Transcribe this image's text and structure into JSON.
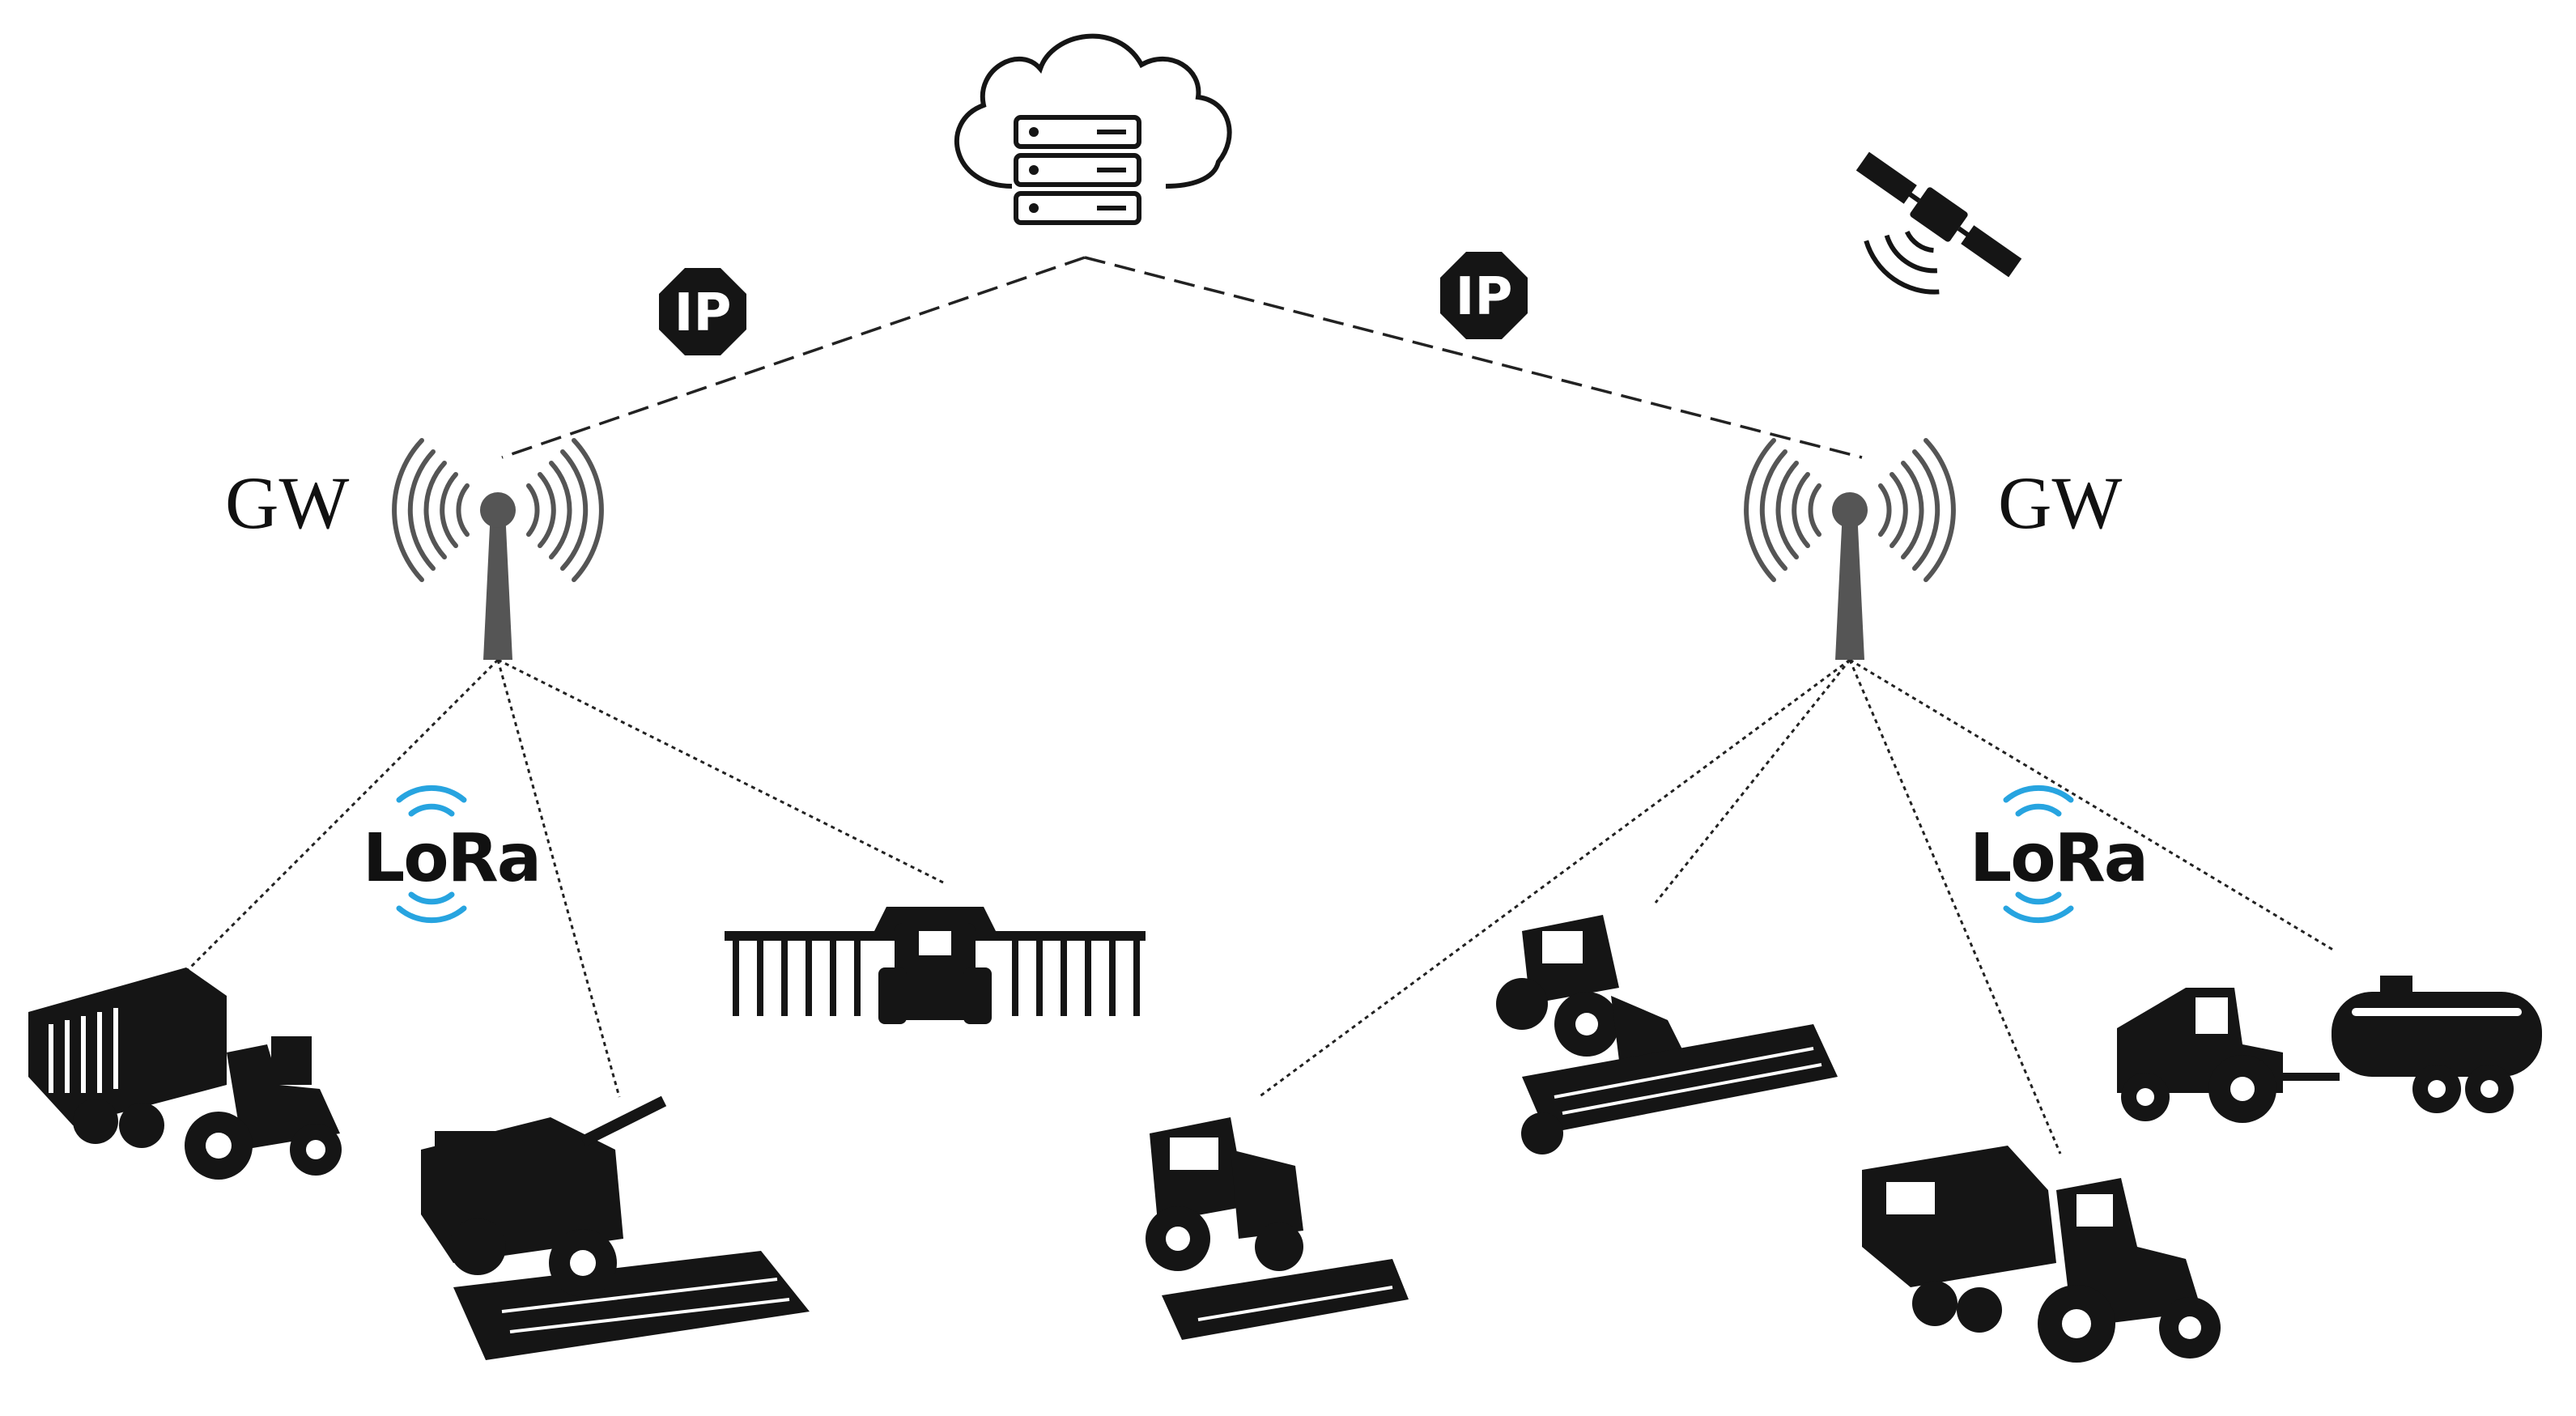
{
  "gateways": [
    {
      "label": "GW"
    },
    {
      "label": "GW"
    }
  ],
  "ip_badges": [
    {
      "label": "IP"
    },
    {
      "label": "IP"
    }
  ],
  "lora_badges": [
    {
      "label": "LoRa"
    },
    {
      "label": "LoRa"
    }
  ],
  "colors": {
    "lora_accent": "#27a4e0",
    "silhouette": "#151515",
    "tower": "#555555"
  },
  "icons": [
    "cloud-server-icon",
    "satellite-icon",
    "gateway-antenna-icon",
    "lora-logo-icon",
    "ip-badge-icon",
    "forage-wagon-tractor-icon",
    "combine-harvester-icon",
    "crop-sprayer-icon",
    "tractor-cultivator-icon",
    "seed-drill-tractor-icon",
    "baler-tractor-icon",
    "tanker-tractor-icon"
  ]
}
